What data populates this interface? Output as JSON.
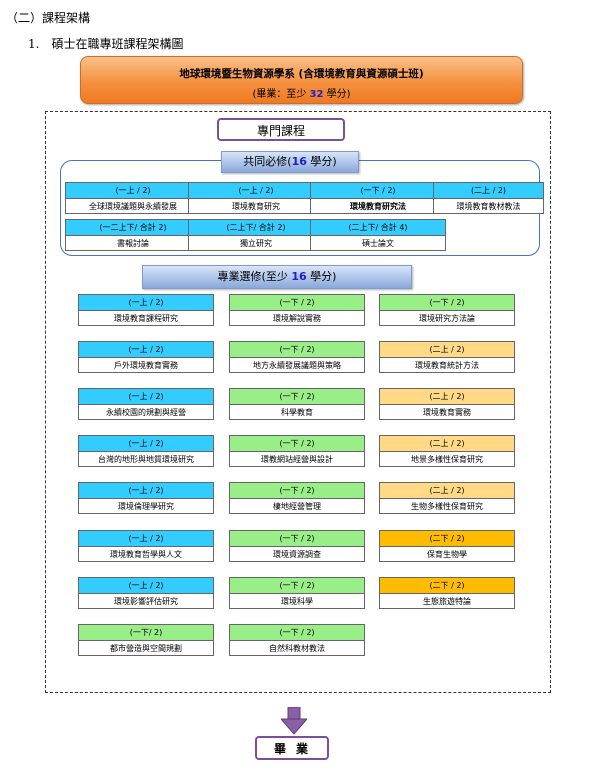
{
  "heading": "（二）課程架構",
  "subheading": "1.　碩士在職專班課程架構圖",
  "title": {
    "line1": "地球環境暨生物資源學系 (含環境教育與資源碩士班)",
    "line2_prefix": "(畢業：至少 ",
    "line2_number": "32",
    "line2_suffix": " 學分)"
  },
  "specialty_label": "專門課程",
  "required": {
    "band_prefix": "共同必修(",
    "band_number": "16",
    "band_suffix": " 學分)",
    "courses": [
      {
        "sem": "(一上 / 2)",
        "name": "全球環境議題與永續發展"
      },
      {
        "sem": "(一上 / 2)",
        "name": "環境教育研究"
      },
      {
        "sem": "(一下 / 2)",
        "name": "環境教育研究法"
      },
      {
        "sem": "(二上 / 2)",
        "name": "環境教育教材教法"
      },
      {
        "sem": "(一二上下/ 合計 2)",
        "name": "書報討論"
      },
      {
        "sem": "(二上下/ 合計 2)",
        "name": "獨立研究"
      },
      {
        "sem": "(二上下/ 合計 4)",
        "name": "碩士論文"
      }
    ]
  },
  "elective": {
    "band_prefix": "專業選修(至少 ",
    "band_number": "16",
    "band_suffix": " 學分)",
    "col1": [
      {
        "sem": "(一上 / 2)",
        "name": "環境教育課程研究"
      },
      {
        "sem": "(一上 / 2)",
        "name": "戶外環境教育實務"
      },
      {
        "sem": "(一上 / 2)",
        "name": "永續校園的規劃與經營"
      },
      {
        "sem": "(一上 / 2)",
        "name": "台灣的地形與地質環境研究"
      },
      {
        "sem": "(一上 / 2)",
        "name": "環境倫理學研究"
      },
      {
        "sem": "(一上 / 2)",
        "name": "環境教育哲學與人文"
      },
      {
        "sem": "(一上 / 2)",
        "name": "環境影響評估研究"
      },
      {
        "sem": "(一下/ 2)",
        "name": "都市營造與空間規劃"
      }
    ],
    "col2": [
      {
        "sem": "(一下 / 2)",
        "name": "環境解說實務"
      },
      {
        "sem": "(一下 / 2)",
        "name": "地方永續發展議題與策略"
      },
      {
        "sem": "(一下 / 2)",
        "name": "科學教育"
      },
      {
        "sem": "(一下 / 2)",
        "name": "環教網站經營與設計"
      },
      {
        "sem": "(一下 / 2)",
        "name": "棲地經營管理"
      },
      {
        "sem": "(一下 / 2)",
        "name": "環境資源調查"
      },
      {
        "sem": "(一下 / 2)",
        "name": "環境科學"
      },
      {
        "sem": "(一下 / 2)",
        "name": "自然科教材教法"
      }
    ],
    "col3": [
      {
        "sem": "(一下 / 2)",
        "name": "環境研究方法論"
      },
      {
        "sem": "(二上 / 2)",
        "name": "環境教育統計方法"
      },
      {
        "sem": "(二上 / 2)",
        "name": "環境教育實務"
      },
      {
        "sem": "(二上 / 2)",
        "name": "地景多樣性保育研究"
      },
      {
        "sem": "(二上 / 2)",
        "name": "生物多樣性保育研究"
      },
      {
        "sem": "(二下 / 2)",
        "name": "保育生物學"
      },
      {
        "sem": "(二下 / 2)",
        "name": "生態旅遊特論"
      }
    ]
  },
  "graduate_label": "畢業",
  "colors": {
    "blue": "#33ccff",
    "green": "#99ee88",
    "light_orange": "#ffd985",
    "orange": "#ffbb00",
    "title_orange": "#f5913f",
    "frame_purple": "#7b4d9a"
  }
}
